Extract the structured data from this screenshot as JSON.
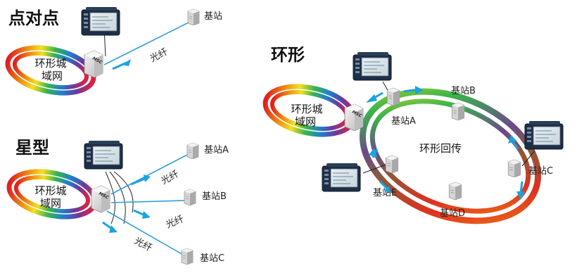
{
  "sections": {
    "p2p": "点对点",
    "star": "星型",
    "ring": "环形"
  },
  "ring_network_label": [
    "环形城",
    "域网"
  ],
  "ring_backhaul_label": "环形回传",
  "msc_label": "MSC",
  "fiber_label": "光纤",
  "stations": {
    "p2p": "基站",
    "a": "基站A",
    "b": "基站B",
    "c": "基站C",
    "d": "基站D",
    "e": "基站E"
  },
  "colors": {
    "arrow": "#1aa3e0",
    "fiber_line": "#2f9fd8",
    "title": "#111111"
  }
}
